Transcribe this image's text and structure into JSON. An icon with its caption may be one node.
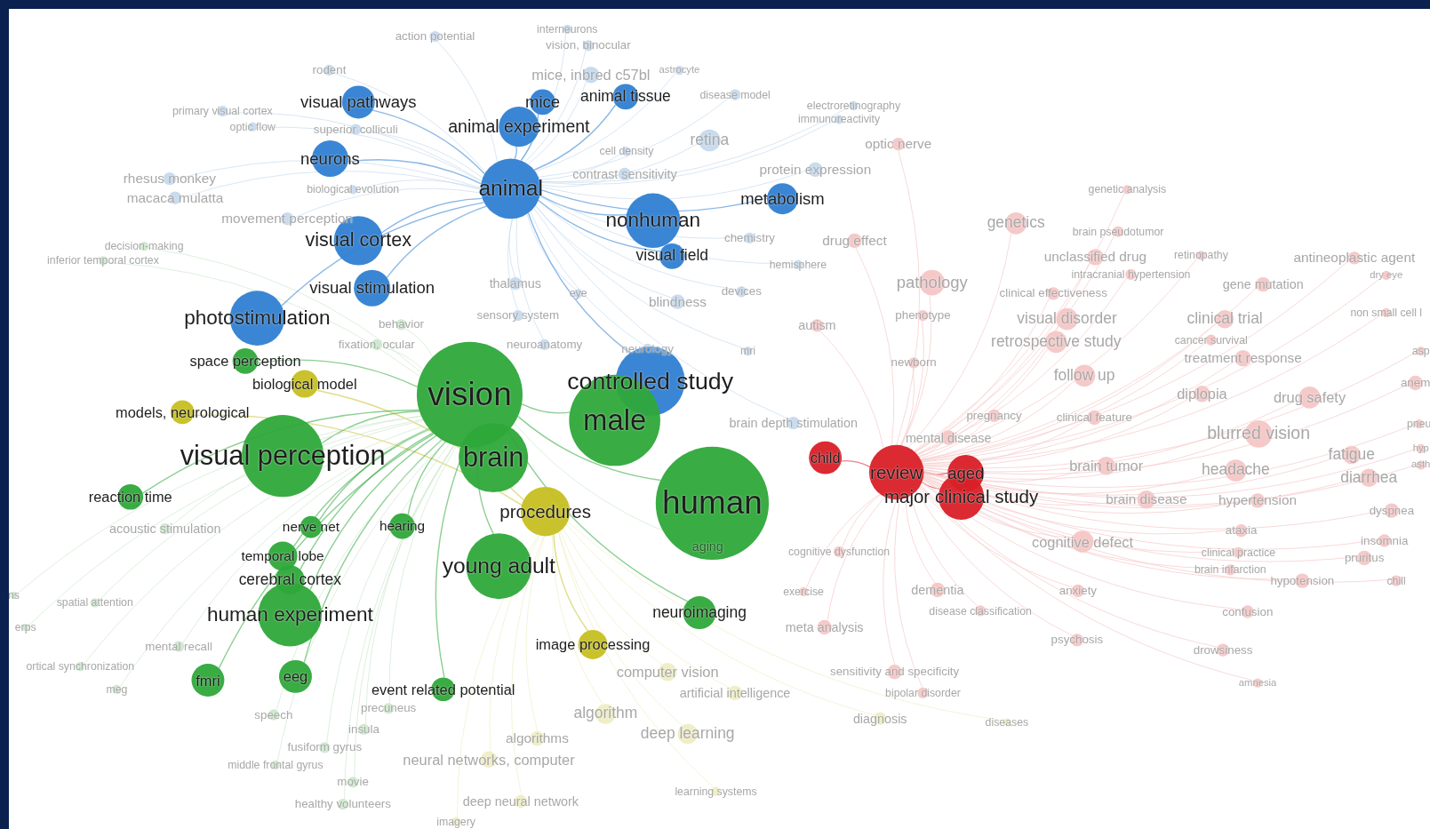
{
  "diagram": {
    "labels": [
      "action potential",
      "interneurons",
      "vision, binocular",
      "rodent",
      "mice, inbred c57bl",
      "astrocyte",
      "primary visual cortex",
      "visual pathways",
      "mice",
      "animal tissue",
      "disease model",
      "electroretinography",
      "optic flow",
      "superior colliculi",
      "animal experiment",
      "immunoreactivity",
      "neurons",
      "cell density",
      "retina",
      "optic nerve",
      "rhesus monkey",
      "contrast sensitivity",
      "protein expression",
      "macaca mulatta",
      "biological evolution",
      "animal",
      "metabolism",
      "genetic analysis",
      "movement perception",
      "nonhuman",
      "genetics",
      "brain pseudotumor",
      "decision-making",
      "inferior temporal cortex",
      "visual cortex",
      "visual field",
      "chemistry",
      "drug effect",
      "hemisphere",
      "unclassified drug",
      "retinopathy",
      "antineoplastic agent",
      "visual stimulation",
      "thalamus",
      "eye",
      "devices",
      "pathology",
      "intracranial hypertension",
      "gene mutation",
      "dry eye",
      "blindness",
      "clinical effectiveness",
      "photostimulation",
      "behavior",
      "sensory system",
      "autism",
      "phenotype",
      "visual disorder",
      "clinical trial",
      "non small cell l",
      "space perception",
      "fixation, ocular",
      "neuroanatomy",
      "neurology",
      "mri",
      "newborn",
      "retrospective study",
      "cancer survival",
      "treatment response",
      "asp",
      "biological model",
      "vision",
      "controlled study",
      "follow up",
      "diplopia",
      "drug safety",
      "anem",
      "models, neurological",
      "male",
      "brain depth stimulation",
      "pregnancy",
      "clinical feature",
      "pneu",
      "visual perception",
      "brain",
      "child",
      "mental disease",
      "blurred vision",
      "fatigue",
      "hyp",
      "review",
      "aged",
      "brain tumor",
      "headache",
      "diarrhea",
      "asth",
      "reaction time",
      "procedures",
      "human",
      "major clinical study",
      "brain disease",
      "hypertension",
      "dyspnea",
      "acoustic stimulation",
      "nerve net",
      "hearing",
      "aging",
      "cognitive dysfunction",
      "cognitive defect",
      "ataxia",
      "insomnia",
      "temporal lobe",
      "young adult",
      "clinical practice",
      "pruritus",
      "cerebral cortex",
      "exercise",
      "dementia",
      "anxiety",
      "brain infarction",
      "hypotension",
      "chill",
      "ns",
      "spatial attention",
      "human experiment",
      "neuroimaging",
      "disease classification",
      "confusion",
      "erps",
      "mental recall",
      "image processing",
      "meta analysis",
      "psychosis",
      "drowsiness",
      "ortical synchronization",
      "meg",
      "fmri",
      "eeg",
      "event related potential",
      "computer vision",
      "artificial intelligence",
      "sensitivity and specificity",
      "bipolar disorder",
      "amnesia",
      "insula",
      "speech",
      "precuneus",
      "algorithm",
      "diagnosis",
      "diseases",
      "fusiform gyrus",
      "algorithms",
      "deep learning",
      "middle frontal gyrus",
      "neural networks, computer",
      "movie",
      "learning systems",
      "healthy volunteers",
      "deep neural network",
      "imagery"
    ]
  }
}
